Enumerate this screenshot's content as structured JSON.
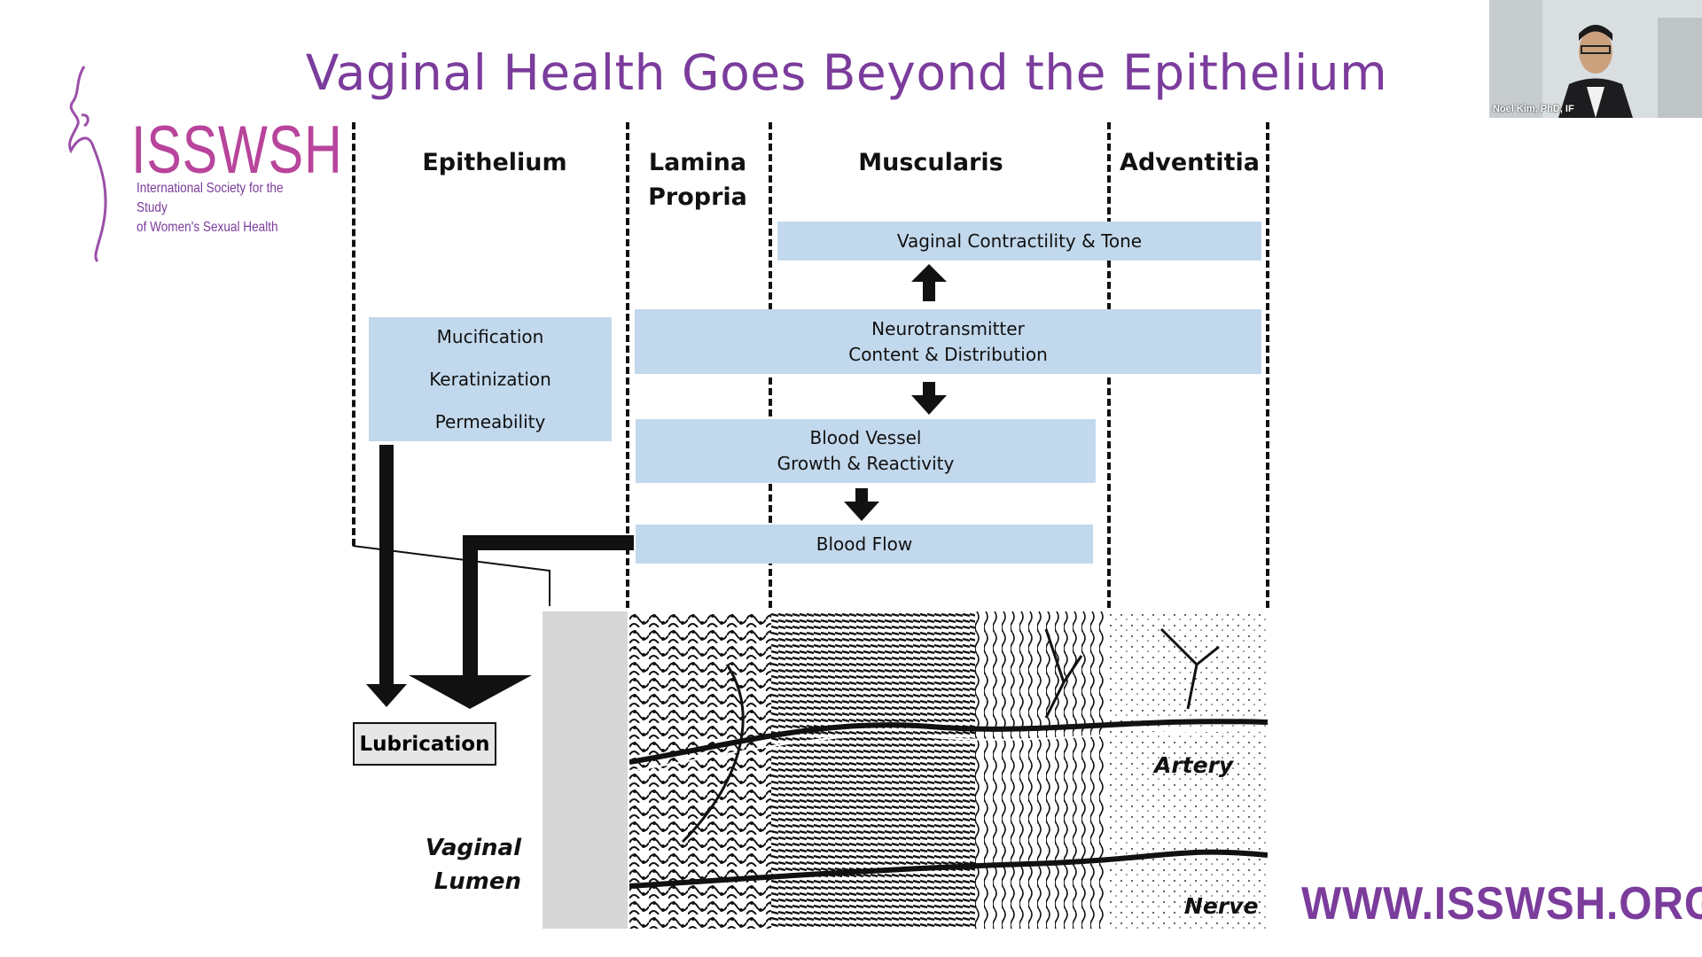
{
  "slide": {
    "title": "Vaginal Health Goes Beyond the Epithelium",
    "logo": {
      "name": "ISSWSH",
      "subtitle_line1": "International Society for the Study",
      "subtitle_line2": "of Women's Sexual Health"
    },
    "columns": [
      {
        "line1": "Epithelium",
        "line2": ""
      },
      {
        "line1": "Lamina",
        "line2": "Propria"
      },
      {
        "line1": "Muscularis",
        "line2": ""
      },
      {
        "line1": "Adventitia",
        "line2": ""
      }
    ],
    "boxes": {
      "contractility": "Vaginal Contractility & Tone",
      "neuro_line1": "Neurotransmitter",
      "neuro_line2": "Content & Distribution",
      "vessel_line1": "Blood Vessel",
      "vessel_line2": "Growth & Reactivity",
      "blood_flow": "Blood Flow",
      "epi_items": [
        "Mucification",
        "Keratinization",
        "Permeability"
      ]
    },
    "lubrication": "Lubrication",
    "lumen_line1": "Vaginal",
    "lumen_line2": "Lumen",
    "artery": "Artery",
    "nerve": "Nerve",
    "url": "WWW.ISSWSH.ORG"
  },
  "video": {
    "participant": "Noel Kim, PhD, IF"
  },
  "colors": {
    "title": "#7b3c9c",
    "logo": "#b8449b",
    "box": "#c2d8ec"
  }
}
